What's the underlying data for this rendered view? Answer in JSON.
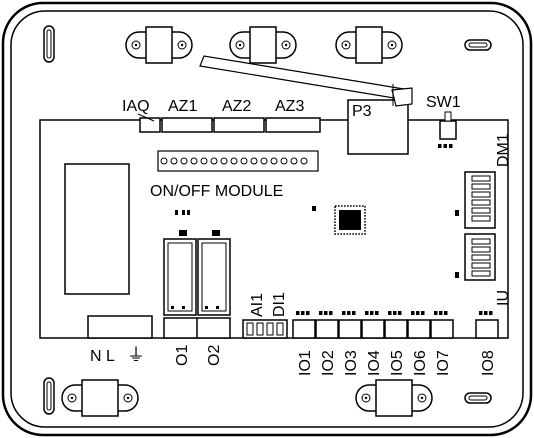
{
  "labels": {
    "top_connectors": [
      "IAQ",
      "AZ1",
      "AZ2",
      "AZ3"
    ],
    "antenna_port": "P3",
    "switch": "SW1",
    "dm_port": "DM1",
    "iu_port": "IU",
    "module": "ON/OFF MODULE",
    "power": "N L",
    "ground_symbol": "⏚",
    "relay_outputs": [
      "O1",
      "O2"
    ],
    "analog_input": "AI1",
    "digital_input": "DI1",
    "io_ports": [
      "IO1",
      "IO2",
      "IO3",
      "IO4",
      "IO5",
      "IO6",
      "IO7",
      "IO8"
    ]
  }
}
